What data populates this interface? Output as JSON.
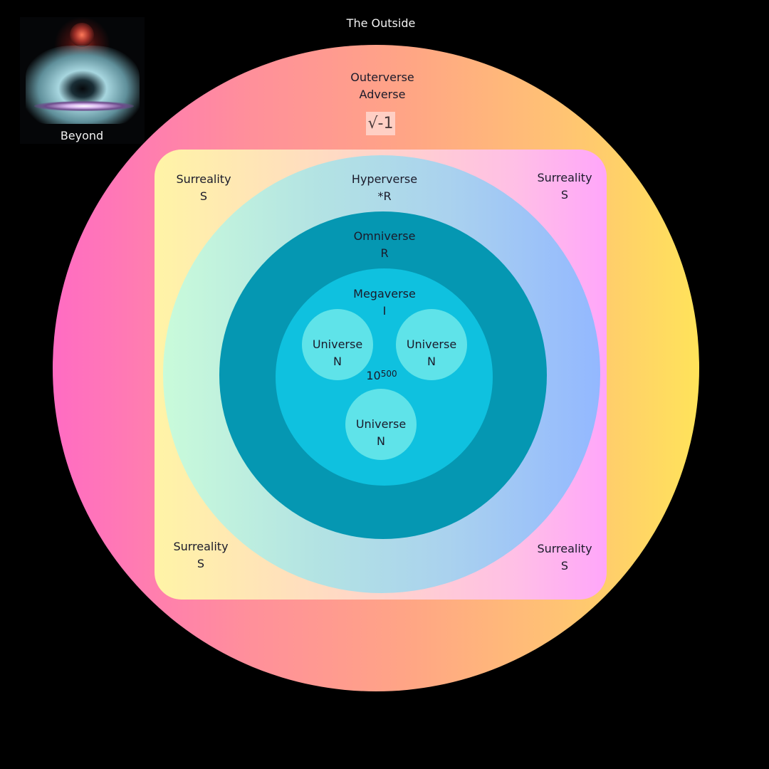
{
  "diagram": {
    "title": "The Outside",
    "beyond": {
      "label": "Beyond",
      "image_description": "cosmic humanoid figure holding a galaxy disc"
    },
    "outerverse": {
      "name": "Outerverse",
      "symbol": "Adverse",
      "badge": "√-1"
    },
    "surreality": [
      {
        "name": "Surreality",
        "symbol": "S",
        "position": "top-left"
      },
      {
        "name": "Surreality",
        "symbol": "S",
        "position": "top-right"
      },
      {
        "name": "Surreality",
        "symbol": "S",
        "position": "bottom-left"
      },
      {
        "name": "Surreality",
        "symbol": "S",
        "position": "bottom-right"
      }
    ],
    "hyperverse": {
      "name": "Hyperverse",
      "symbol": "*R"
    },
    "omniverse": {
      "name": "Omniverse",
      "symbol": "R"
    },
    "megaverse": {
      "name": "Megaverse",
      "symbol": "I"
    },
    "universes": [
      {
        "name": "Universe",
        "symbol": "N"
      },
      {
        "name": "Universe",
        "symbol": "N"
      },
      {
        "name": "Universe",
        "symbol": "N"
      }
    ],
    "universe_count": {
      "base": "10",
      "exponent": "500"
    }
  },
  "colors": {
    "background": "#000000",
    "outerverse_gradient": [
      "#ff6cc3",
      "#ff8f9b",
      "#ffa585",
      "#ffc274",
      "#ffe35a"
    ],
    "surreality_gradient": [
      "#fff4a6",
      "#ffe0bc",
      "#ffd0cf",
      "#ffbfe6",
      "#ffa6fa"
    ],
    "hyperverse_gradient": [
      "#c9fbda",
      "#b3e3e3",
      "#aad2ee",
      "#93b8ff"
    ],
    "omniverse": "#0597b2",
    "megaverse": "#0fc1df",
    "universe": "#5fe3e9"
  }
}
